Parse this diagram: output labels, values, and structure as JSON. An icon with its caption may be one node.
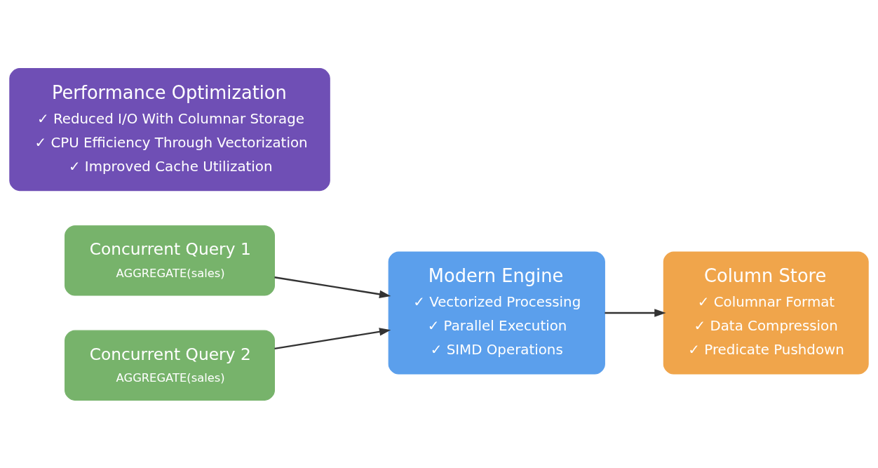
{
  "diagram": {
    "nodes": [
      {
        "text": [
          "Concurrent Query 1",
          "AGGREGATE(sales)"
        ]
      },
      {
        "text": [
          "Concurrent Query 2",
          "AGGREGATE(sales)"
        ]
      },
      {
        "text": [
          "Modern Engine",
          "✓ Vectorized Processing",
          "✓ Parallel Execution",
          "✓ SIMD Operations"
        ]
      },
      {
        "text": [
          "Column Store",
          "✓ Columnar Format",
          "✓ Data Compression",
          "✓ Predicate Pushdown"
        ]
      },
      {
        "text": [
          "Performance Optimization",
          "✓ Reduced I/O With Columnar Storage",
          "✓ CPU Efficiency Through Vectorization",
          "✓ Improved Cache Utilization"
        ]
      }
    ],
    "edges": [
      {
        "from": 0,
        "to": 2,
        "arrow": "to"
      },
      {
        "from": 1,
        "to": 2,
        "arrow": "to"
      },
      {
        "from": 2,
        "to": 3,
        "arrow": "to"
      }
    ]
  }
}
